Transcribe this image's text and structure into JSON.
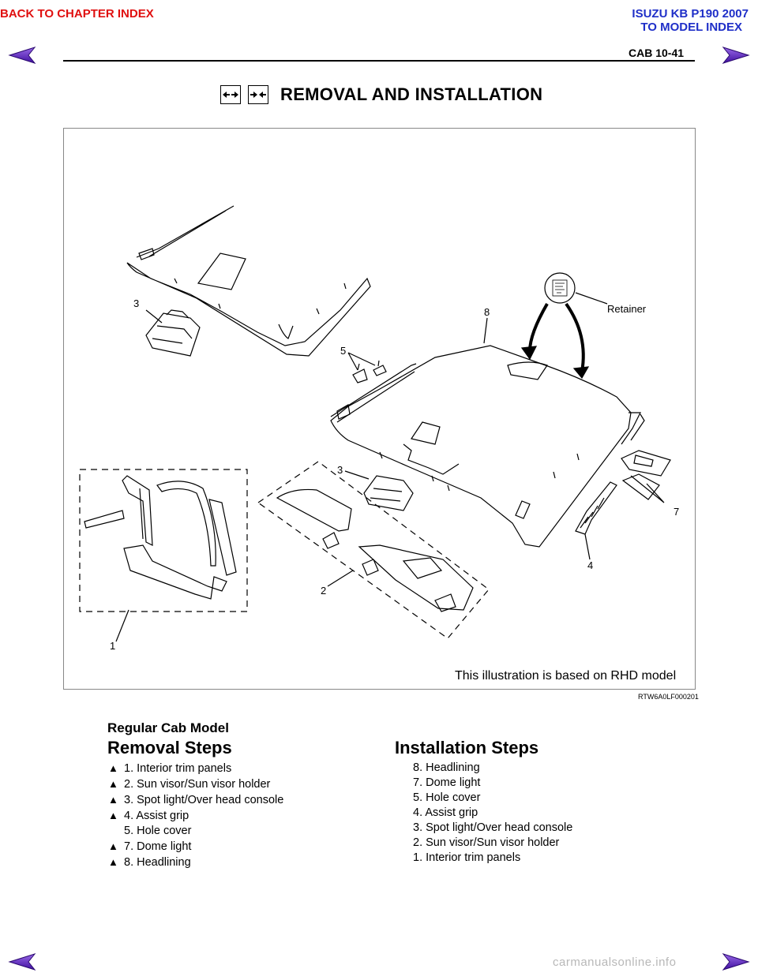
{
  "header": {
    "back_chapter": "BACK TO CHAPTER INDEX",
    "model_line1": "ISUZU KB P190 2007",
    "model_line2": "TO MODEL INDEX",
    "page_id": "CAB  10-41"
  },
  "title": "REMOVAL AND INSTALLATION",
  "figure": {
    "labels": {
      "n1": "1",
      "n2": "2",
      "n3a": "3",
      "n3b": "3",
      "n4": "4",
      "n5": "5",
      "n7": "7",
      "n8": "8",
      "retainer": "Retainer"
    },
    "caption": "This illustration is based on RHD model",
    "code": "RTW6A0LF000201"
  },
  "model_name": "Regular Cab Model",
  "removal": {
    "heading": "Removal Steps",
    "marker": "▲",
    "steps": [
      {
        "marked": true,
        "text": "1. Interior trim panels"
      },
      {
        "marked": true,
        "text": "2. Sun visor/Sun visor holder"
      },
      {
        "marked": true,
        "text": "3. Spot light/Over head console"
      },
      {
        "marked": true,
        "text": "4. Assist grip"
      },
      {
        "marked": false,
        "text": "5. Hole cover"
      },
      {
        "marked": true,
        "text": "7. Dome light"
      },
      {
        "marked": true,
        "text": "8. Headlining"
      }
    ]
  },
  "installation": {
    "heading": "Installation Steps",
    "steps": [
      "8. Headlining",
      "7. Dome light",
      "5. Hole cover",
      "4. Assist grip",
      "3. Spot light/Over head console",
      "2. Sun visor/Sun visor holder",
      "1. Interior trim panels"
    ]
  },
  "footer": {
    "watermark": "carmanualsonline.info"
  },
  "colors": {
    "nav_red": "#e01010",
    "model_blue": "#1f2fc8",
    "arrow_purple": "#5a18b8"
  }
}
